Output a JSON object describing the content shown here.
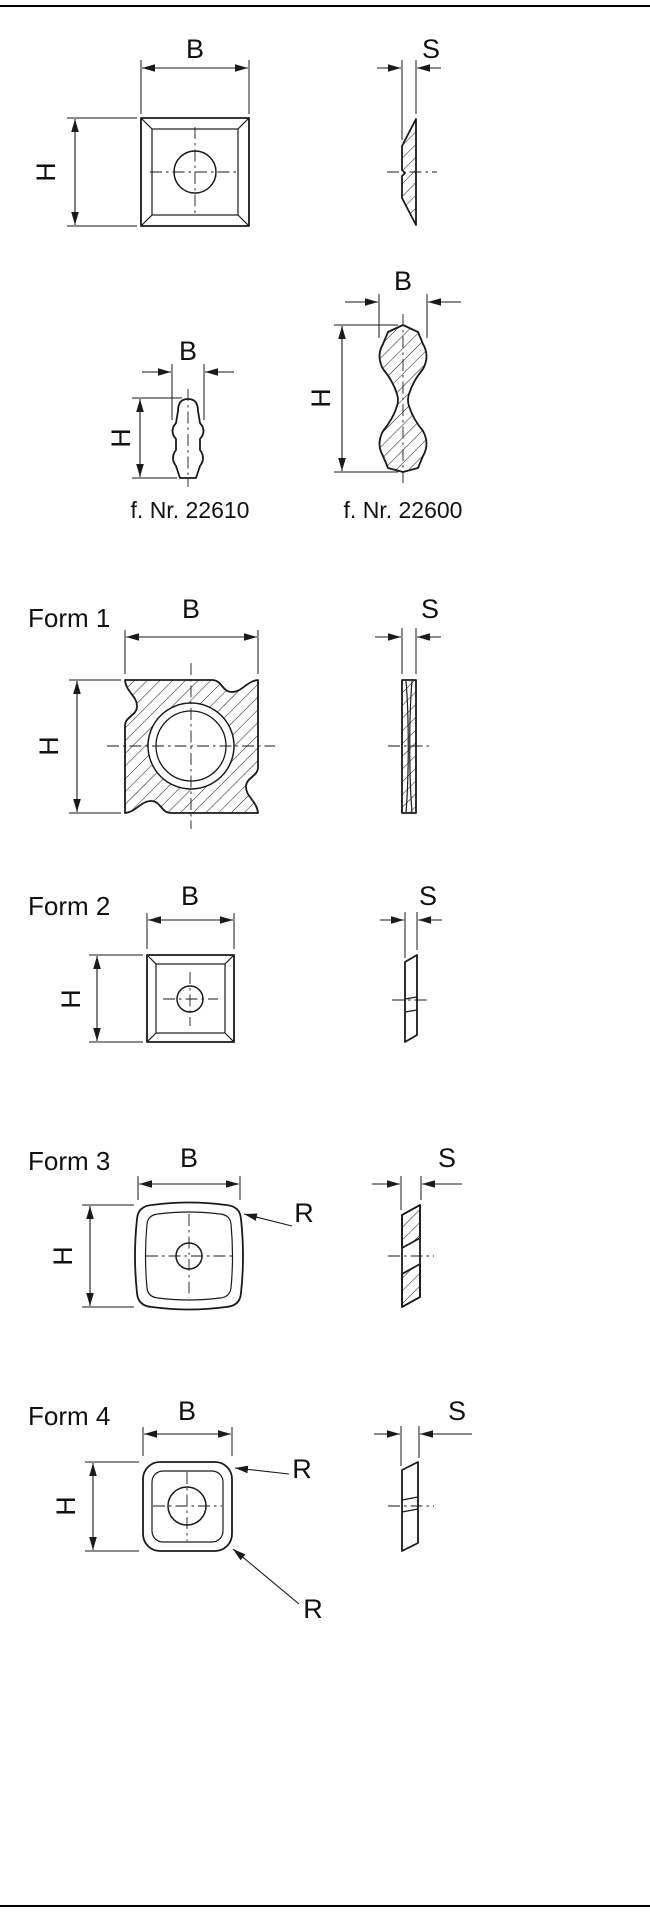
{
  "drawing": {
    "background": "#ffffff",
    "line_color": "#1a1a1a",
    "views": {
      "overview_square": {
        "dim_width": "B",
        "dim_height": "H",
        "dim_thickness": "S"
      },
      "profile_small": {
        "dim_width": "B",
        "dim_height": "H",
        "caption": "f. Nr. 22610"
      },
      "profile_large": {
        "dim_width": "B",
        "dim_height": "H",
        "caption": "f. Nr. 22600"
      },
      "form1": {
        "title": "Form 1",
        "dim_width": "B",
        "dim_height": "H",
        "dim_thickness": "S"
      },
      "form2": {
        "title": "Form 2",
        "dim_width": "B",
        "dim_height": "H",
        "dim_thickness": "S"
      },
      "form3": {
        "title": "Form 3",
        "dim_width": "B",
        "dim_height": "H",
        "dim_thickness": "S",
        "dim_radius": "R"
      },
      "form4": {
        "title": "Form 4",
        "dim_width": "B",
        "dim_height": "H",
        "dim_thickness": "S",
        "dim_radius_top": "R",
        "dim_radius_bottom": "R"
      }
    }
  }
}
